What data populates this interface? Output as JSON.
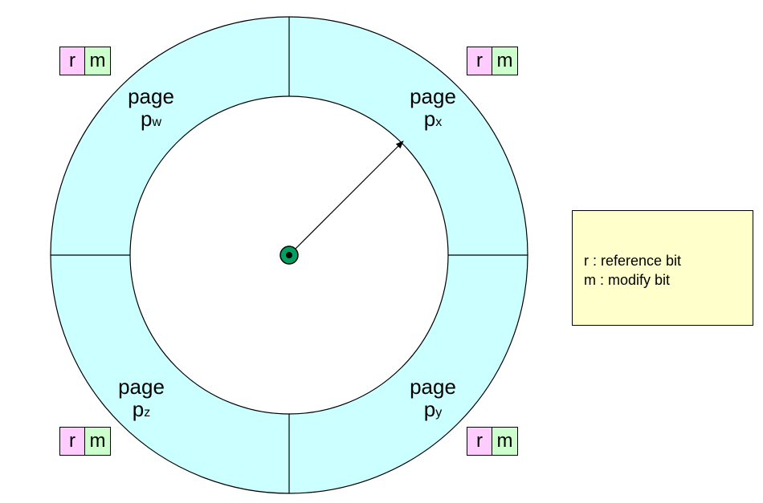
{
  "pages": [
    {
      "id": "w",
      "word": "page",
      "letter": "p",
      "subscript": "w"
    },
    {
      "id": "x",
      "word": "page",
      "letter": "p",
      "subscript": "x"
    },
    {
      "id": "z",
      "word": "page",
      "letter": "p",
      "subscript": "z"
    },
    {
      "id": "y",
      "word": "page",
      "letter": "p",
      "subscript": "y"
    }
  ],
  "bit_labels": {
    "r": "r",
    "m": "m"
  },
  "legend": {
    "line1": "r : reference bit",
    "line2": "m : modify bit"
  },
  "colors": {
    "ring": "#ccffff",
    "r_bit": "#ffccff",
    "m_bit": "#ccffcc",
    "legend_bg": "#ffffcc",
    "pivot": "#00a060"
  }
}
